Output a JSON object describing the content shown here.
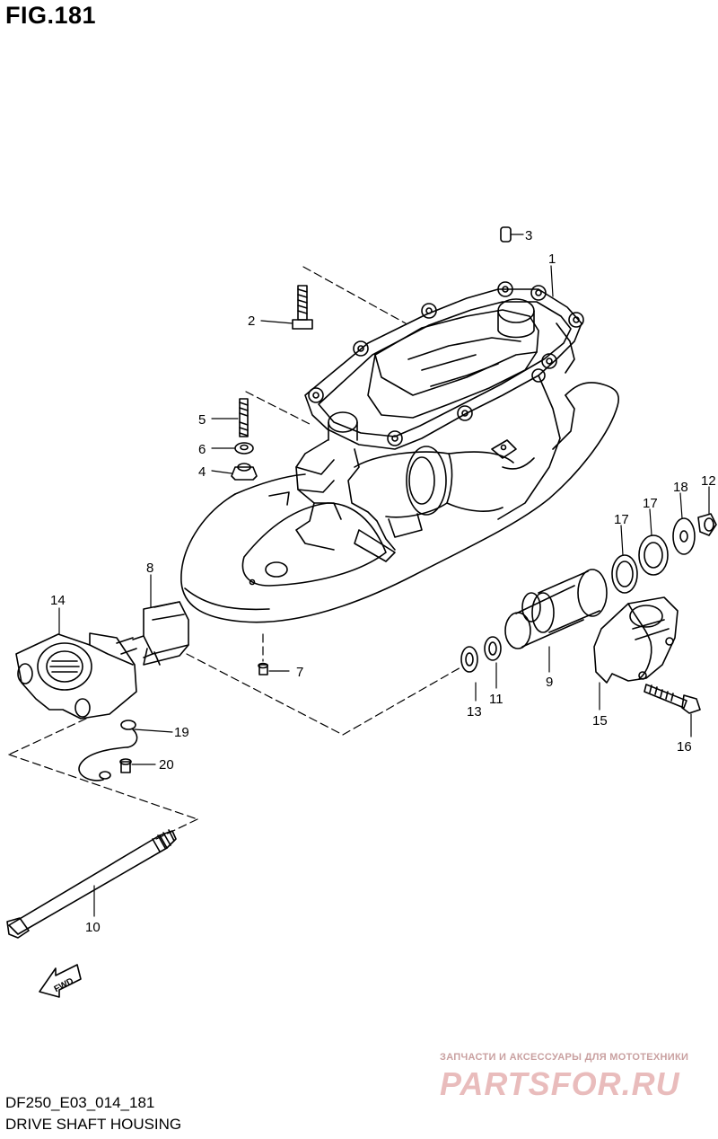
{
  "figure": {
    "title": "FIG.181",
    "code": "DF250_E03_014_181",
    "name": "DRIVE SHAFT HOUSING"
  },
  "callouts": [
    "1",
    "2",
    "3",
    "4",
    "5",
    "6",
    "7",
    "8",
    "9",
    "10",
    "11",
    "12",
    "13",
    "14",
    "15",
    "16",
    "17",
    "17",
    "18",
    "19",
    "20"
  ],
  "fwd_label": "FWD",
  "watermark": {
    "tagline": "ЗАПЧАСТИ И АКСЕССУАРЫ ДЛЯ МОТОТЕХНИКИ",
    "logo": "PARTSFOR.RU",
    "color": "#e9bcbc"
  },
  "colors": {
    "line": "#000000",
    "background": "#ffffff"
  }
}
